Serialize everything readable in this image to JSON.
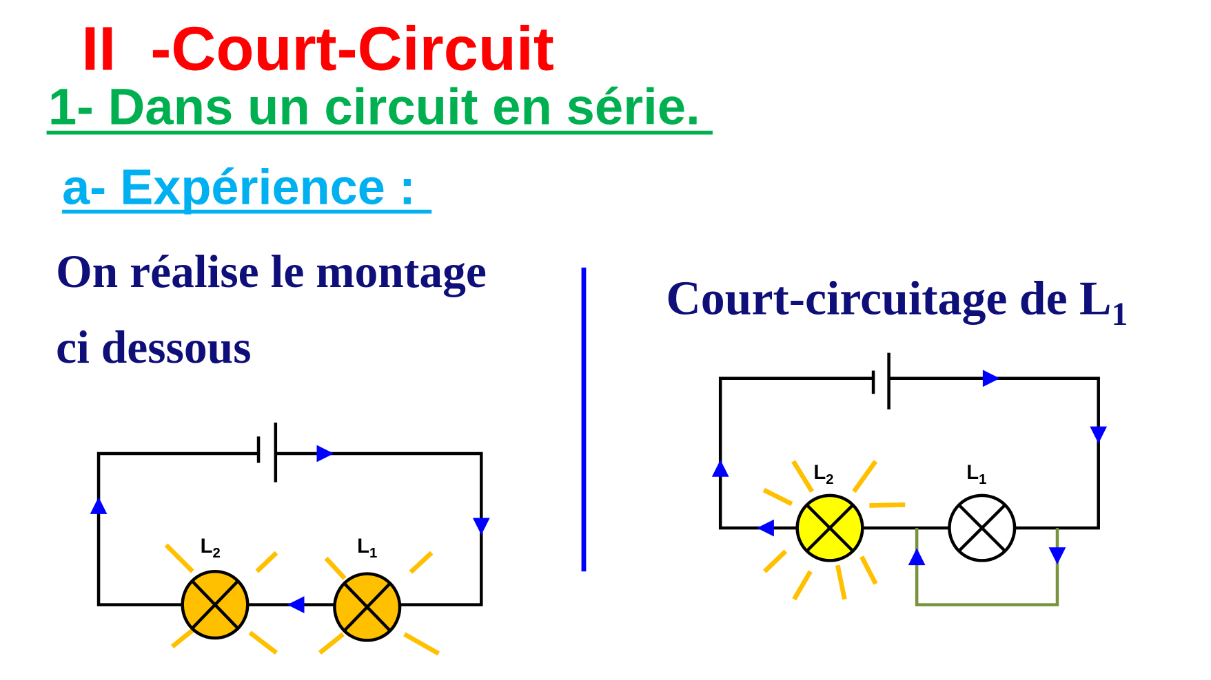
{
  "title": "II  -Court-Circuit",
  "subtitle": "1- Dans un circuit en série.",
  "section": "a- Expérience :",
  "left_text": {
    "line1": "On réalise le montage",
    "line2": "ci dessous"
  },
  "right_heading": {
    "text": "Court-circuitage de L",
    "sub": "1"
  },
  "left_circuit": {
    "lamp_L2": {
      "letter": "L",
      "sub": "2",
      "state": "lit"
    },
    "lamp_L1": {
      "letter": "L",
      "sub": "1",
      "state": "lit"
    }
  },
  "right_circuit": {
    "lamp_L2": {
      "letter": "L",
      "sub": "2",
      "state": "bright"
    },
    "lamp_L1": {
      "letter": "L",
      "sub": "1",
      "state": "off"
    }
  },
  "colors": {
    "title": "#ff0000",
    "subtitle": "#00b050",
    "section": "#00b0f0",
    "body_text": "#0f0f7a",
    "divider": "#0000ff",
    "lamp_lit": "#ffc000",
    "lamp_bright": "#ffff00",
    "shunt_wire": "#77933c",
    "arrow": "#0000ff"
  }
}
